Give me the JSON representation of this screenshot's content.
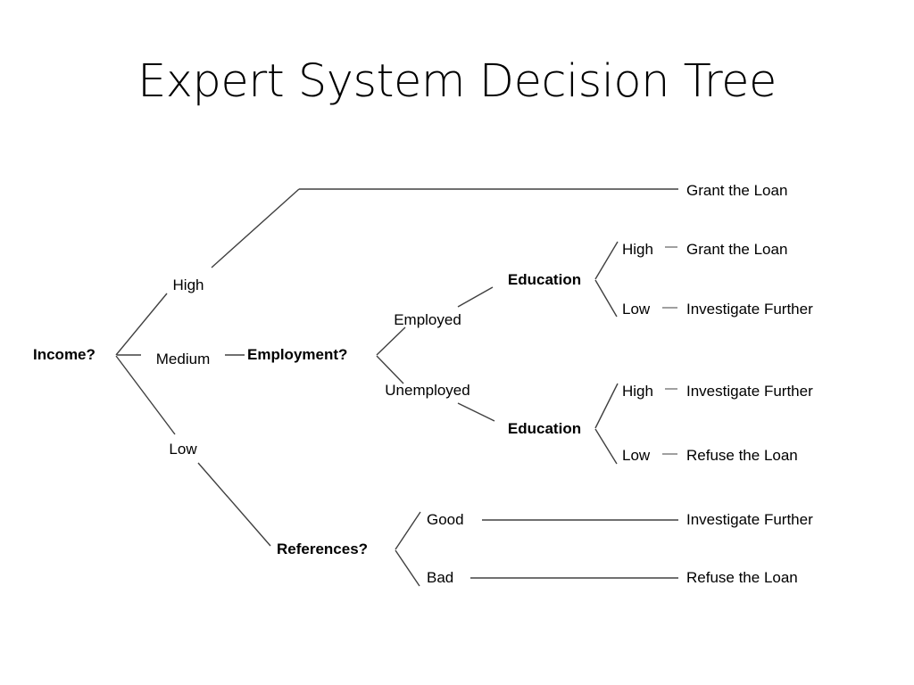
{
  "slide": {
    "title": "Expert System Decision Tree",
    "background_color": "#ffffff",
    "text_color": "#000000",
    "line_color": "#404040"
  },
  "tree": {
    "root": {
      "label": "Income?",
      "bold": true
    },
    "branches": {
      "income_high": "High",
      "income_medium": "Medium",
      "income_low": "Low"
    },
    "nodes": {
      "employment": "Employment?",
      "education_employed": "Education",
      "education_unemployed": "Education",
      "references": "References?"
    },
    "employment_branches": {
      "employed": "Employed",
      "unemployed": "Unemployed"
    },
    "education_employed_branches": {
      "high": "High",
      "low": "Low"
    },
    "education_unemployed_branches": {
      "high": "High",
      "low": "Low"
    },
    "references_branches": {
      "good": "Good",
      "bad": "Bad"
    },
    "outcomes": {
      "high_income": "Grant the Loan",
      "employed_high_education": "Grant the Loan",
      "employed_low_education": "Investigate Further",
      "unemployed_high_education": "Investigate Further",
      "unemployed_low_education": "Refuse the Loan",
      "references_good": "Investigate Further",
      "references_bad": "Refuse the Loan"
    }
  },
  "chart_data": {
    "type": "diagram",
    "title": "Expert System Decision Tree",
    "diagram_kind": "decision-tree",
    "orientation": "left-to-right",
    "paths": [
      {
        "conditions": [
          "Income? = High"
        ],
        "outcome": "Grant the Loan"
      },
      {
        "conditions": [
          "Income? = Medium",
          "Employment? = Employed",
          "Education = High"
        ],
        "outcome": "Grant the Loan"
      },
      {
        "conditions": [
          "Income? = Medium",
          "Employment? = Employed",
          "Education = Low"
        ],
        "outcome": "Investigate Further"
      },
      {
        "conditions": [
          "Income? = Medium",
          "Employment? = Unemployed",
          "Education = High"
        ],
        "outcome": "Investigate Further"
      },
      {
        "conditions": [
          "Income? = Medium",
          "Employment? = Unemployed",
          "Education = Low"
        ],
        "outcome": "Refuse the Loan"
      },
      {
        "conditions": [
          "Income? = Low",
          "References? = Good"
        ],
        "outcome": "Investigate Further"
      },
      {
        "conditions": [
          "Income? = Low",
          "References? = Bad"
        ],
        "outcome": "Refuse the Loan"
      }
    ]
  }
}
